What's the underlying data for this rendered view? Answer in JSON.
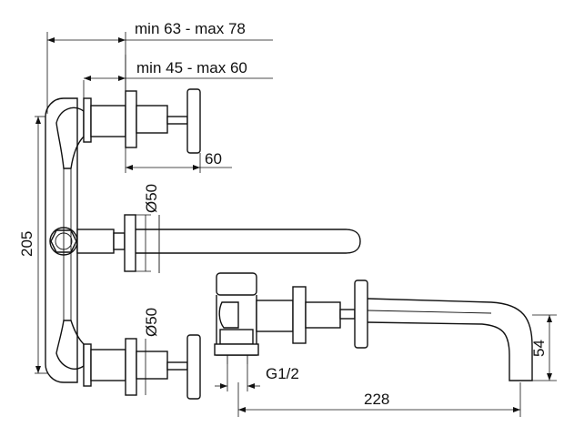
{
  "dimensions": {
    "overall_depth": "min 63 - max 78",
    "body_depth": "min 45 - max 60",
    "handle_width": "60",
    "height": "205",
    "flange_diameter_top": "Ø50",
    "flange_diameter_bottom": "Ø50",
    "spout_drop": "54",
    "spout_reach": "228",
    "thread": "G1/2"
  }
}
